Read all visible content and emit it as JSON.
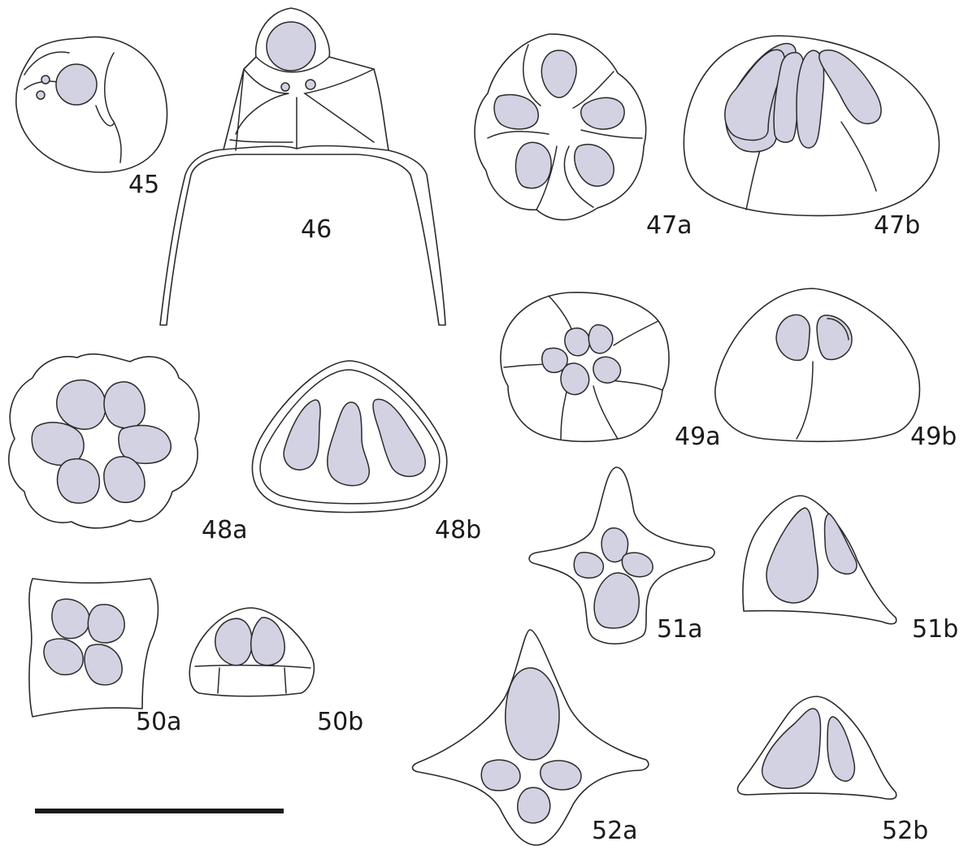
{
  "colors": {
    "nucleus_fill": "#d3d2e2",
    "outline": "#2a2a2a",
    "background": "#ffffff",
    "scale_bar": "#1a1a1a"
  },
  "labels": {
    "f45": "45",
    "f46": "46",
    "f47a": "47a",
    "f47b": "47b",
    "f48a": "48a",
    "f48b": "48b",
    "f49a": "49a",
    "f49b": "49b",
    "f50a": "50a",
    "f50b": "50b",
    "f51a": "51a",
    "f51b": "51b",
    "f52a": "52a",
    "f52b": "52b"
  }
}
